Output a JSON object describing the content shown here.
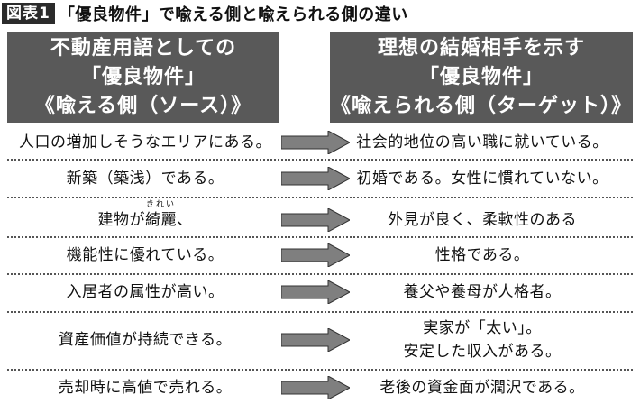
{
  "title_bar": {
    "badge": "図表1",
    "title": "「優良物件」で喩える側と喩えられる側の違い"
  },
  "headers": {
    "left": [
      "不動産用語としての",
      "「優良物件」",
      "《喩える側（ソース）》"
    ],
    "right": [
      "理想の結婚相手を示す",
      "「優良物件」",
      "《喩えられる側（ターゲット）》"
    ]
  },
  "rows": [
    {
      "left": [
        "人口の増加しそうなエリアにある。"
      ],
      "right": [
        "社会的地位の高い職に就いている。"
      ]
    },
    {
      "left": [
        "新築（築浅）である。"
      ],
      "right": [
        "初婚である。女性に慣れていない。"
      ]
    },
    {
      "left_prefix": "建物が",
      "left_ruby_base": "綺麗",
      "left_ruby": "きれい",
      "left_suffix": "、",
      "right": [
        "外見が良く、柔軟性のある"
      ]
    },
    {
      "left": [
        "機能性に優れている。"
      ],
      "right": [
        "性格である。"
      ]
    },
    {
      "left": [
        "入居者の属性が高い。"
      ],
      "right": [
        "養父や養母が人格者。"
      ]
    },
    {
      "left": [
        "資産価値が持続できる。"
      ],
      "right": [
        "実家が「太い」。",
        "安定した収入がある。"
      ]
    },
    {
      "left": [
        "売却時に高値で売れる。"
      ],
      "right": [
        "老後の資金面が潤沢である。"
      ]
    }
  ],
  "colors": {
    "header_bg": "#595959",
    "arrow_fill": "#7f7f7f",
    "badge_bg": "#2b2b2b"
  },
  "icons": {
    "row_arrow": "right-arrow-icon"
  }
}
